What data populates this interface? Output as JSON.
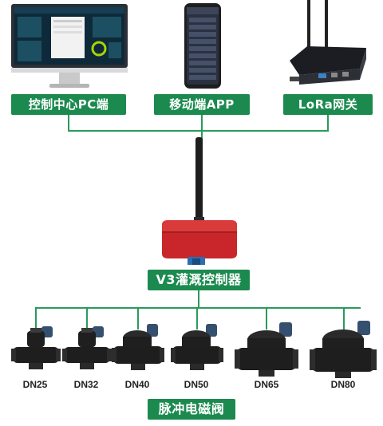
{
  "top_nodes": [
    {
      "name": "pc",
      "label": "控制中心PC端"
    },
    {
      "name": "app",
      "label": "移动端APP"
    },
    {
      "name": "gateway",
      "label": "LoRa网关"
    }
  ],
  "controller_label": "V3灌溉控制器",
  "valves": [
    {
      "label": "DN25"
    },
    {
      "label": "DN32"
    },
    {
      "label": "DN40"
    },
    {
      "label": "DN50"
    },
    {
      "label": "DN65"
    },
    {
      "label": "DN80"
    }
  ],
  "bottom_label": "脉冲电磁阀",
  "colors": {
    "accent": "#1c8a4f",
    "controller_body": "#c8262a"
  }
}
